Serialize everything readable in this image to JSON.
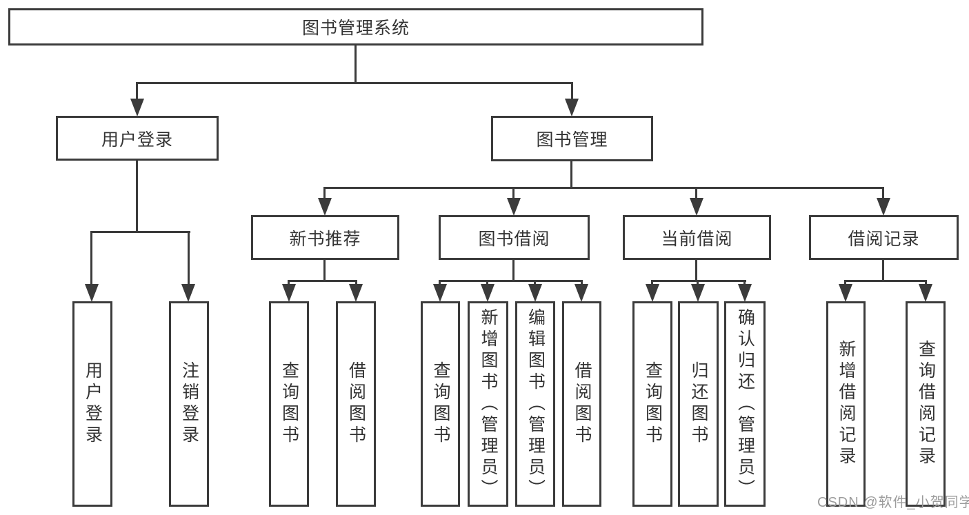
{
  "tree": {
    "root": {
      "label": "图书管理系统",
      "children": [
        {
          "label": "用户登录",
          "children": [
            {
              "label": "用户登录"
            },
            {
              "label": "注销登录"
            }
          ]
        },
        {
          "label": "图书管理",
          "children": [
            {
              "label": "新书推荐",
              "children": [
                {
                  "label": "查询图书"
                },
                {
                  "label": "借阅图书"
                }
              ]
            },
            {
              "label": "图书借阅",
              "children": [
                {
                  "label": "查询图书"
                },
                {
                  "label": "新增图书（管理员）"
                },
                {
                  "label": "编辑图书（管理员）"
                },
                {
                  "label": "借阅图书"
                }
              ]
            },
            {
              "label": "当前借阅",
              "children": [
                {
                  "label": "查询图书"
                },
                {
                  "label": "归还图书"
                },
                {
                  "label": "确认归还（管理员）"
                }
              ]
            },
            {
              "label": "借阅记录",
              "children": [
                {
                  "label": "新增借阅记录"
                },
                {
                  "label": "查询借阅记录"
                }
              ]
            }
          ]
        }
      ]
    }
  },
  "watermark": {
    "text": "CSDN @软件_小贺同学"
  },
  "colors": {
    "line": "#3b3b3b",
    "text": "#333333",
    "watermark": "#9c9c9c",
    "background": "#ffffff"
  }
}
